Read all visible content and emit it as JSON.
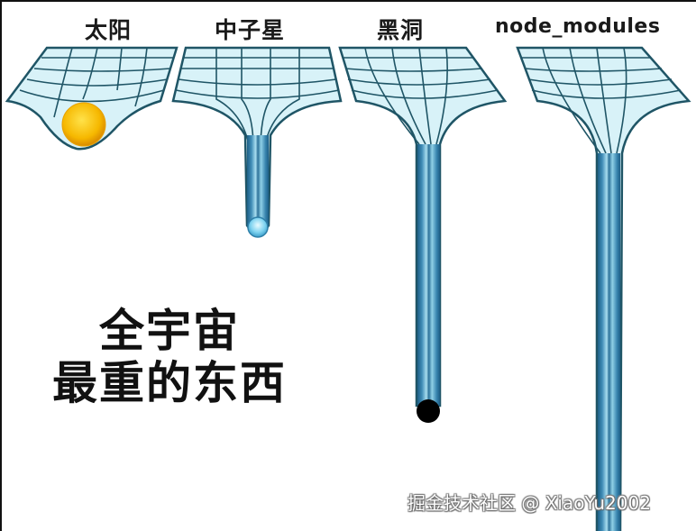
{
  "labels": {
    "sun": "太阳",
    "neutron_star": "中子星",
    "black_hole": "黑洞",
    "node_modules": "node_modules"
  },
  "caption": {
    "line1": "全宇宙",
    "line2": "最重的东西"
  },
  "watermark": "掘金技术社区 @ XiaoYu2002",
  "colors": {
    "grid_line": "#1f5566",
    "grid_fill": "#d8f2f8",
    "tube_dark": "#2b6e93",
    "tube_light": "#9fd6ea",
    "sun": "#f5b400",
    "neutron_star": "#7fd3f0",
    "black_hole": "#000000"
  }
}
